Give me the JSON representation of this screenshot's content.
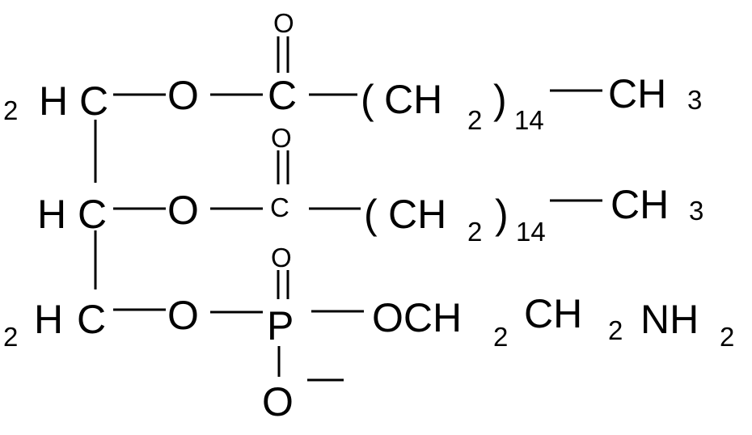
{
  "colors": {
    "ink": "#000000",
    "background": "#ffffff"
  },
  "labels": {
    "r1_sub_left": "2",
    "r1_h": "H",
    "r1_c": "C",
    "r1_o": "O",
    "r1_c_carbonyl": "C",
    "r1_o_carbonyl": "O",
    "r1_paren_open": "(",
    "r1_ch": "CH",
    "r1_sub2": "2",
    "r1_paren_close": ")",
    "r1_sub14": "14",
    "r1_ch3": "CH",
    "r1_sub3": "3",
    "r2_h": "H",
    "r2_c": "C",
    "r2_o": "O",
    "r2_c_carbonyl": "C",
    "r2_o_carbonyl": "O",
    "r2_paren_open": "(",
    "r2_ch": "CH",
    "r2_sub2": "2",
    "r2_paren_close": ")",
    "r2_sub14": "14",
    "r2_ch3": "CH",
    "r2_sub3": "3",
    "r3_sub_left": "2",
    "r3_h": "H",
    "r3_c": "C",
    "r3_o": "O",
    "r3_p": "P",
    "r3_o_double": "O",
    "r3_o_minus": "O",
    "r3_och": "OCH",
    "r3_sub2a": "2",
    "r3_ch": "CH",
    "r3_sub2b": "2",
    "r3_nh": "NH",
    "r3_sub2c": "2"
  }
}
